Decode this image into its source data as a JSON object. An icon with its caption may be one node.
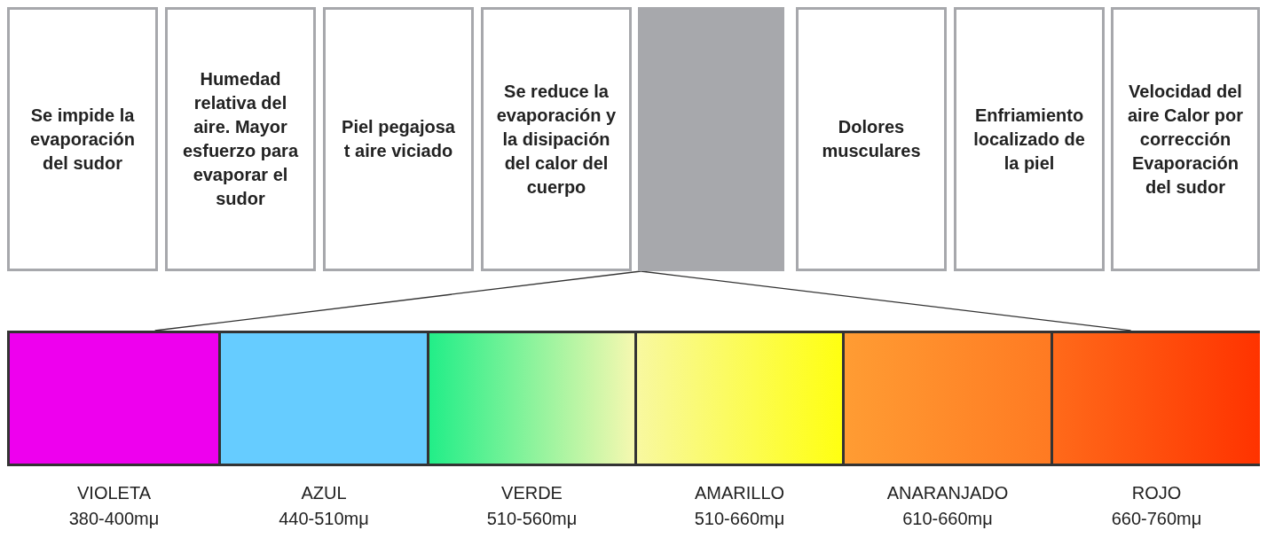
{
  "diagram": {
    "nodes": [
      {
        "text": [
          "Se impide la evaporación del sudor"
        ]
      },
      {
        "text": [
          "Humedad relativa del aire. Mayor esfuerzo para evaporar el sudor"
        ]
      },
      {
        "text": [
          "Piel pegajosa t aire viciado"
        ]
      },
      {
        "text": [
          "Se reduce la evaporación y la disipación del calor del cuerpo"
        ]
      },
      {
        "text": [],
        "shape": "box"
      },
      {
        "text": [
          "Dolores musculares"
        ]
      },
      {
        "text": [
          "Enfriamiento localizado de la piel"
        ]
      },
      {
        "text": [
          "Velocidad del aire Calor por corrección Evaporación del sudor"
        ]
      },
      {
        "text": [],
        "shape": "bar"
      },
      {
        "text": [],
        "shape": "box",
        "in": 8,
        "beside": [
          "VIOLETA",
          "380-400mμ"
        ]
      },
      {
        "text": [],
        "shape": "box",
        "in": 8,
        "beside": [
          "AZUL",
          "440-510mμ"
        ]
      },
      {
        "text": [],
        "shape": "box",
        "in": 8,
        "beside": [
          "VERDE",
          "510-560mμ"
        ]
      },
      {
        "text": [],
        "shape": "box",
        "in": 8,
        "beside": [
          "AMARILLO",
          "510-660mμ"
        ]
      },
      {
        "text": [],
        "shape": "box",
        "in": 8,
        "beside": [
          "ANARANJADO",
          "610-660mμ"
        ]
      },
      {
        "text": [],
        "shape": "box",
        "in": 8,
        "beside": [
          "ROJO",
          "660-760mμ"
        ]
      }
    ],
    "edges": [
      {
        "from": 4,
        "to": 8,
        "arrow": "none"
      },
      {
        "from": 4,
        "to": 8,
        "arrow": "none"
      }
    ]
  }
}
